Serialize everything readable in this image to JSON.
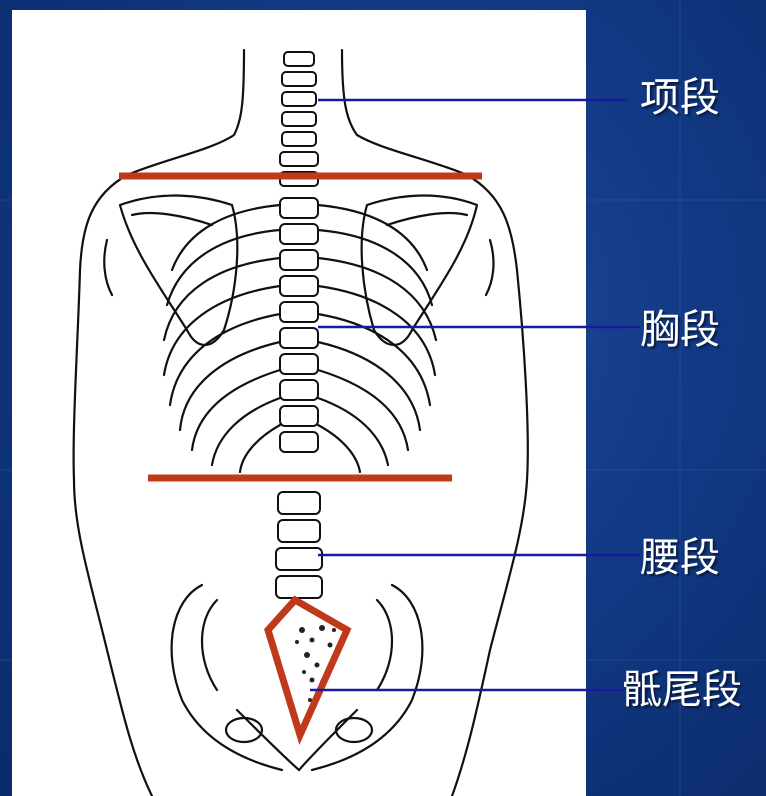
{
  "labels": {
    "cervical": "项段",
    "thoracic": "胸段",
    "lumbar": "腰段",
    "sacrococcygeal": "骶尾段"
  },
  "colors": {
    "background": "#123a86",
    "figure_bg": "#ffffff",
    "boundary": "#c0391b",
    "pointer": "#1a1aa0",
    "label_text": "#ffffff",
    "line_art": "#111111"
  },
  "icons": [
    "spine-skeleton-illustration"
  ]
}
